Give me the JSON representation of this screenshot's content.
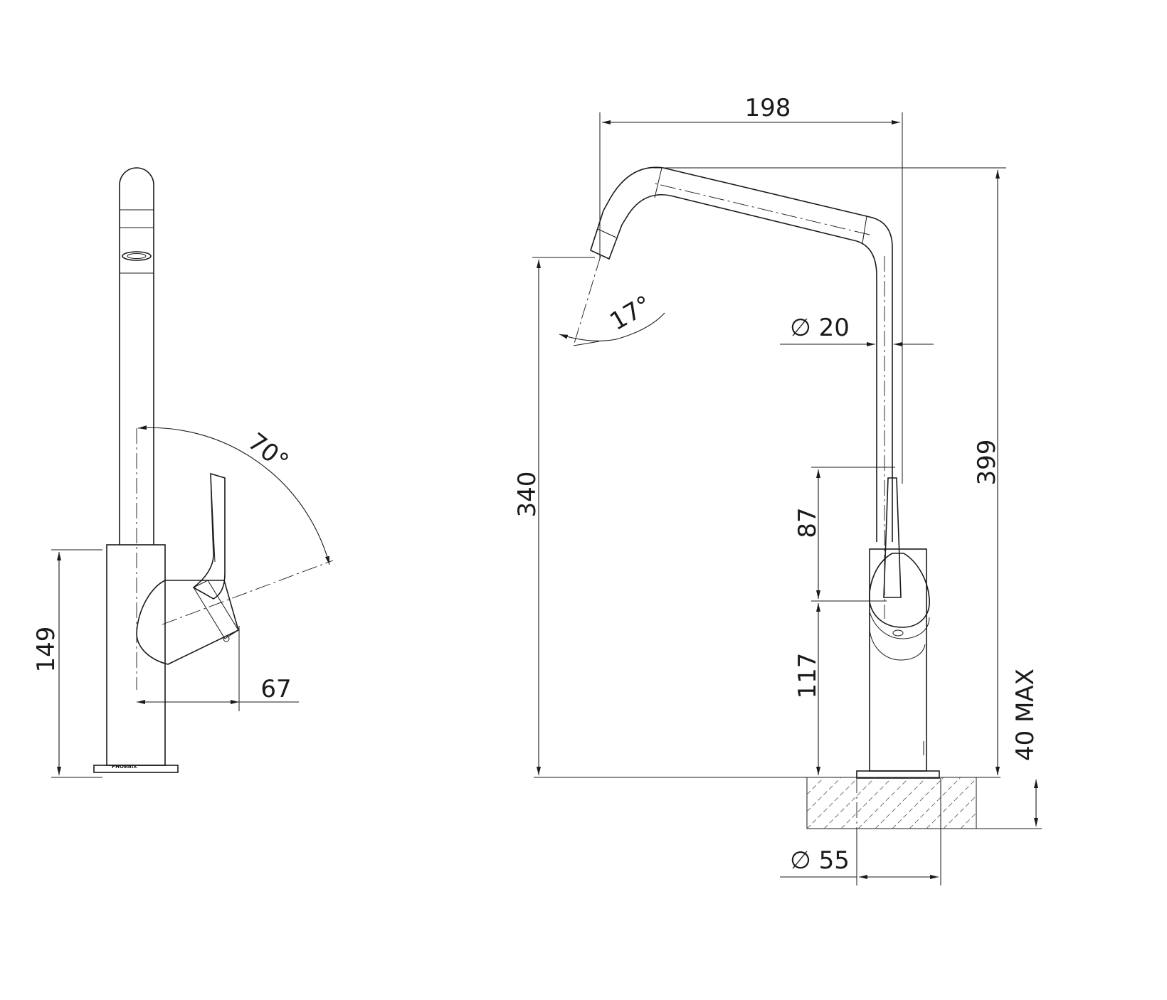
{
  "colors": {
    "line": "#1a1a1a",
    "background": "#ffffff"
  },
  "side_view": {
    "brand_mark": "PHOENIX",
    "dims": {
      "body_height": "149",
      "handle_projection": "67",
      "handle_angle": "70°"
    }
  },
  "front_view": {
    "dims": {
      "spout_reach": "198",
      "spout_angle": "17°",
      "outlet_height": "340",
      "overall_height": "399",
      "tube_diameter": "∅ 20",
      "handle_height": "87",
      "lower_body_height": "117",
      "bench_thickness": "40 MAX",
      "base_diameter": "∅ 55"
    }
  }
}
